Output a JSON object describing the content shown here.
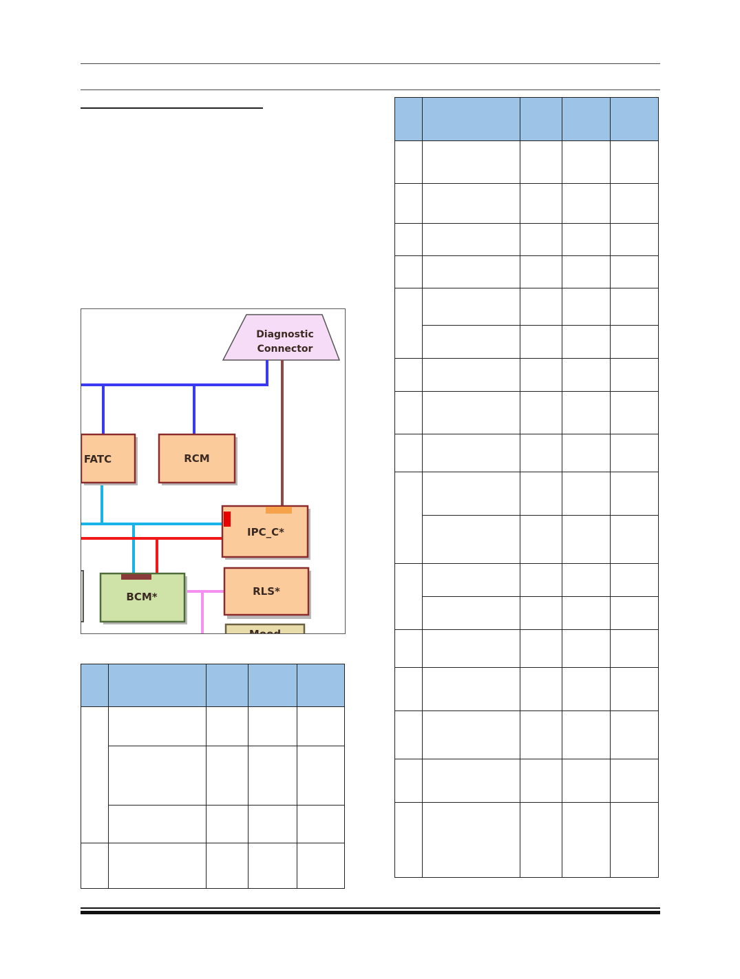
{
  "diagram": {
    "diagnostic_connector": {
      "line1": "Diagnostic",
      "line2": "Connector"
    },
    "modules": [
      {
        "id": "fatc",
        "label": "FATC"
      },
      {
        "id": "rcm",
        "label": "RCM"
      },
      {
        "id": "ipc",
        "label": "IPC_C*"
      },
      {
        "id": "bcm",
        "label": "BCM*"
      },
      {
        "id": "rls",
        "label": "RLS*"
      },
      {
        "id": "mood",
        "label": "Mood"
      }
    ],
    "colors": {
      "can_high_speed": "#3a3af0",
      "can_medium_speed": "#18b4e8",
      "lin_red": "#f01818",
      "k_line": "#8b4a4a",
      "pink_bus": "#f590f0",
      "module_fill": "#fbcb9c",
      "module_border": "#8b2b2b",
      "bcm_fill": "#cfe3a8",
      "bcm_border": "#4e6b3a",
      "connector_fill": "#f6dcf6"
    }
  },
  "table_left": {
    "header_fill": "#9dc3e6"
  },
  "table_right": {
    "header_fill": "#9dc3e6"
  }
}
